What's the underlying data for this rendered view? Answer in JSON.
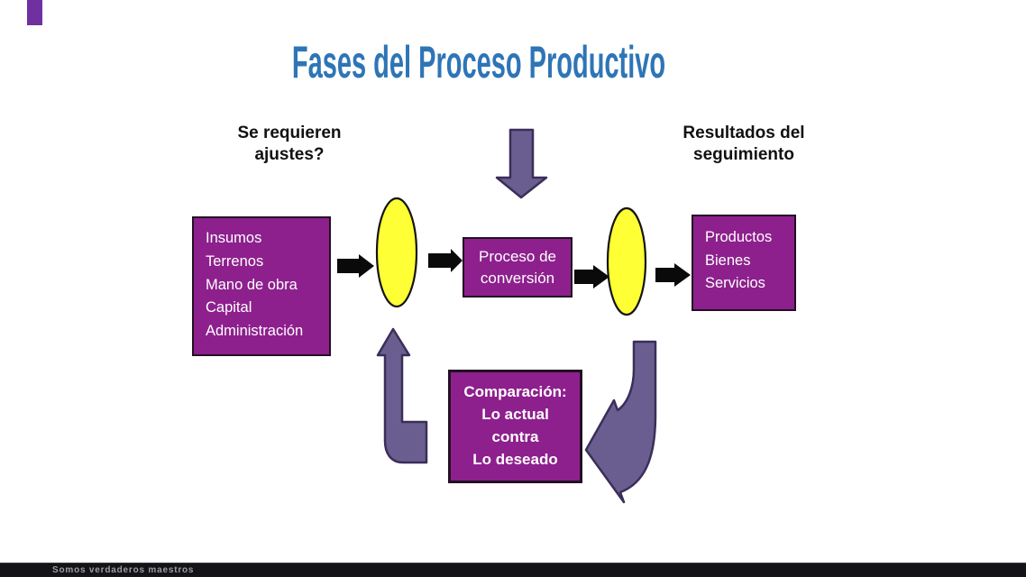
{
  "slide": {
    "title": "Fases del Proceso Productivo",
    "labels": {
      "left_question": "Se requieren\najustes?",
      "right_result": "Resultados del\nseguimiento"
    },
    "boxes": {
      "inputs": {
        "lines": [
          "Insumos",
          "Terrenos",
          "Mano de obra",
          "Capital",
          "Administración"
        ]
      },
      "process": {
        "lines": [
          "Proceso de",
          "conversión"
        ]
      },
      "outputs": {
        "lines": [
          "Productos",
          "Bienes",
          "Servicios"
        ]
      },
      "comparison": {
        "lines": [
          "Comparación:",
          "Lo actual",
          "contra",
          "Lo deseado"
        ]
      }
    },
    "colors": {
      "title_blue": "#2E75B6",
      "box_purple": "#8D208D",
      "box_border": "#221022",
      "arrow_purple": "#6A5E91",
      "arrow_purple_outline": "#3B2E58",
      "ellipse_yellow": "#FFFF35",
      "black": "#0A0A0A",
      "corner_accent": "#7030A0",
      "footer_bg": "#141418",
      "footer_text_color": "#9B9EA4"
    },
    "footer": {
      "text": "Somos verdaderos maestros"
    }
  }
}
